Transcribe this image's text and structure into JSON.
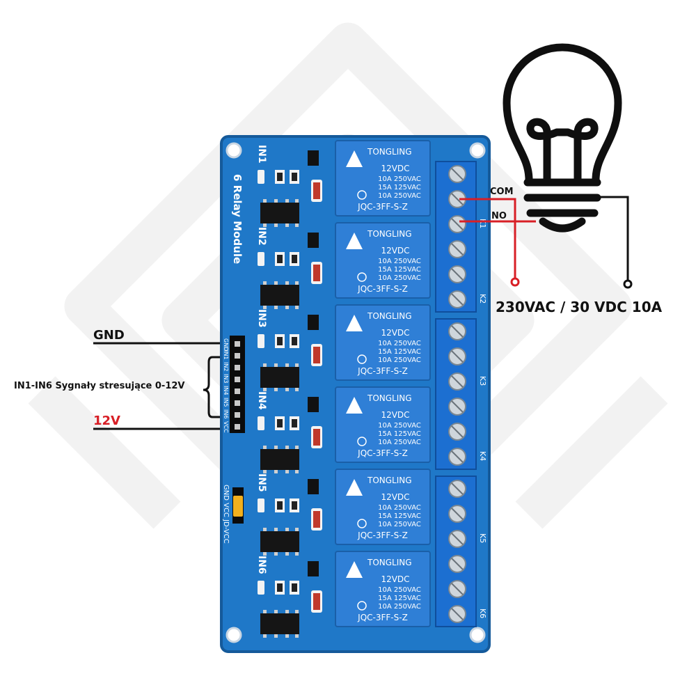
{
  "labels": {
    "gnd": "GND",
    "inputs": "IN1-IN6 Sygnały stresujące 0-12V",
    "v12": "12V",
    "com": "COM",
    "no": "NO",
    "load": "230VAC / 30 VDC 10A"
  },
  "board": {
    "title": "6 Relay Module",
    "header_pins": [
      "GND",
      "IN1",
      "IN2",
      "IN3",
      "IN4",
      "IN5",
      "IN6",
      "VCC"
    ],
    "jumper_text": "GND VCC JD-VCC",
    "relay_ids": [
      "IN1",
      "IN2",
      "IN3",
      "IN4",
      "IN5",
      "IN6"
    ],
    "terminal_ids": [
      "K1",
      "K2",
      "K3",
      "K4",
      "K5",
      "K6"
    ]
  },
  "relay": {
    "brand": "TONGLING",
    "voltage": "12VDC",
    "rating1": "10A 250VAC",
    "rating2": "15A 125VAC",
    "rating3": "10A 250VAC",
    "model": "JQC-3FF-S-Z"
  },
  "colors": {
    "board": "#1f78c8",
    "board_edge": "#155a9a",
    "relay": "#2f7fd6",
    "wire_red": "#d81f26",
    "wire_black": "#111111",
    "bg_watermark": "#f1f1f1"
  },
  "icons": [
    "lightbulb-icon"
  ]
}
